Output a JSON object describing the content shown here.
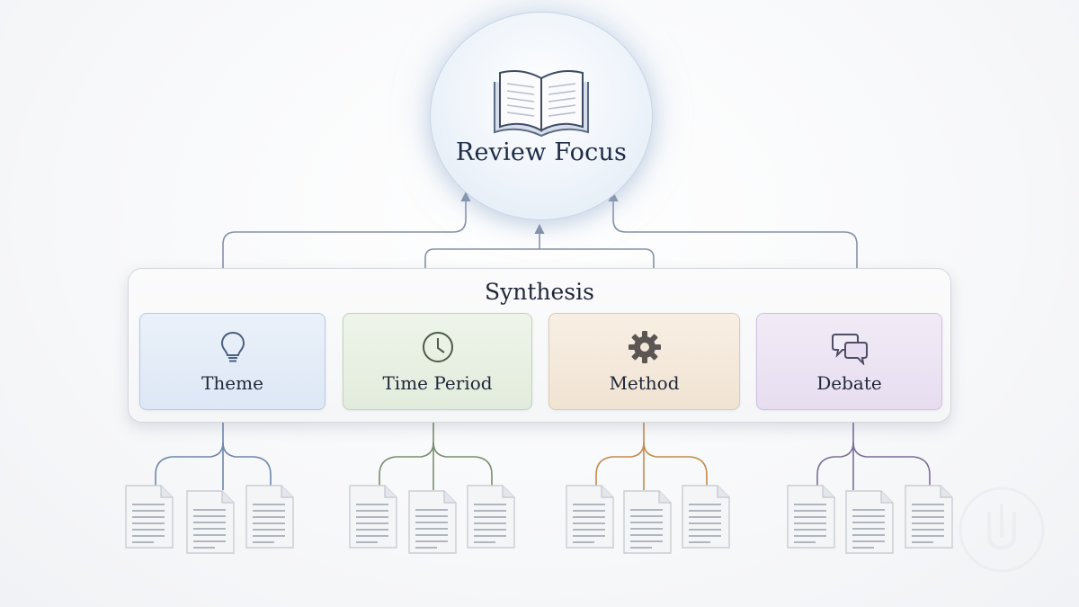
{
  "focus": {
    "title": "Review Focus",
    "icon": "open-book-icon"
  },
  "synthesis": {
    "title": "Synthesis",
    "categories": [
      {
        "label": "Theme",
        "icon": "lightbulb-icon",
        "color": "#6f86ad"
      },
      {
        "label": "Time Period",
        "icon": "clock-icon",
        "color": "#7a8e6e"
      },
      {
        "label": "Method",
        "icon": "gear-icon",
        "color": "#c48a4e"
      },
      {
        "label": "Debate",
        "icon": "speech-bubbles-icon",
        "color": "#7d6d99"
      }
    ]
  },
  "sources": {
    "documents_per_category": 3,
    "icon": "document-icon"
  },
  "colors": {
    "arrow": "#7f8ca3",
    "title_text": "#1e2b45"
  }
}
